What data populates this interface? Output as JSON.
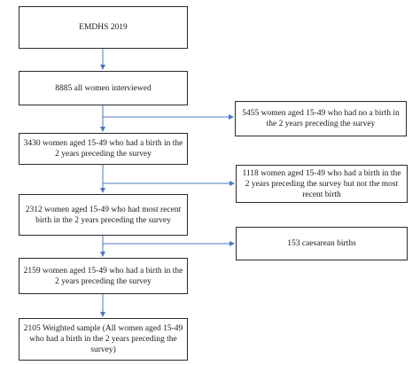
{
  "flowchart": {
    "main_boxes": [
      {
        "id": "emdhs",
        "text": "EMDHS 2019"
      },
      {
        "id": "all_women",
        "text": "8885 all women interviewed"
      },
      {
        "id": "birth_2yrs",
        "text": "3430 women aged 15-49 who had a birth in the 2 years preceding the survey"
      },
      {
        "id": "most_recent",
        "text": "2312 women aged 15-49 who had most recent birth in the 2 years preceding the survey"
      },
      {
        "id": "after_caesarean",
        "text": "2159 women aged 15-49 who had a birth in the 2 years preceding the survey"
      },
      {
        "id": "weighted",
        "text": "2105 Weighted sample (All women aged 15-49 who had a birth in the 2 years preceding the survey)"
      }
    ],
    "exclusion_boxes": [
      {
        "id": "no_birth",
        "text": "5455 women aged 15-49 who had no a birth in the 2 years preceding the survey"
      },
      {
        "id": "not_most_recent",
        "text": "1118 women aged 15-49 who had a birth in the 2 years preceding the survey but not the most recent birth"
      },
      {
        "id": "caesarean",
        "text": "153 caesarean births"
      }
    ],
    "colors": {
      "box_border": "#2b2b2b",
      "arrow": "#4a78c2"
    }
  }
}
